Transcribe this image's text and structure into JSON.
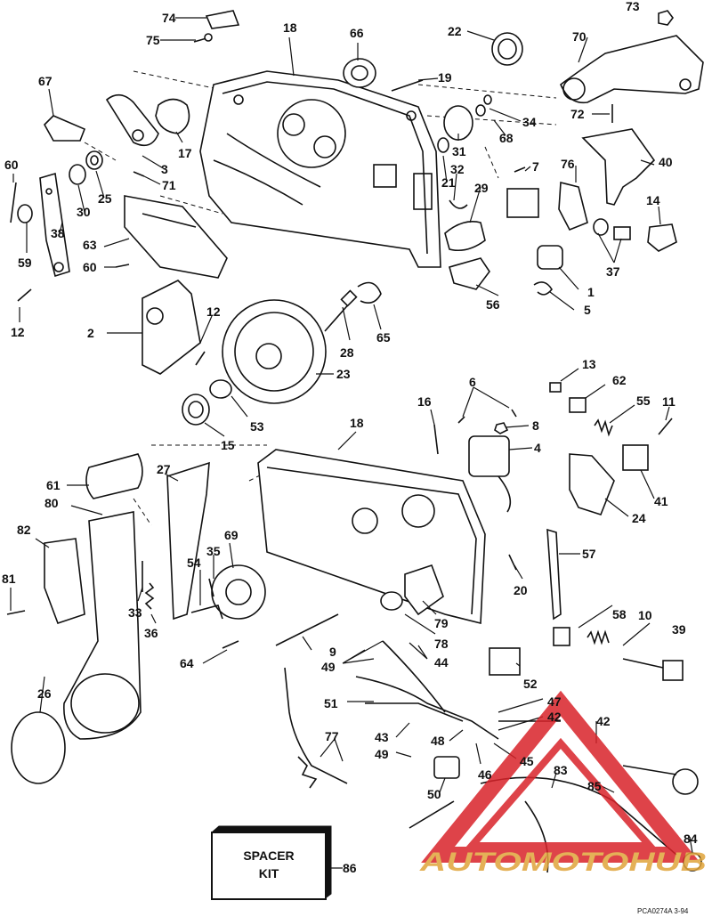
{
  "callouts": [
    {
      "n": "74"
    },
    {
      "n": "75"
    },
    {
      "n": "18"
    },
    {
      "n": "66"
    },
    {
      "n": "22"
    },
    {
      "n": "73"
    },
    {
      "n": "70"
    },
    {
      "n": "67"
    },
    {
      "n": "19"
    },
    {
      "n": "34"
    },
    {
      "n": "72"
    },
    {
      "n": "17"
    },
    {
      "n": "3"
    },
    {
      "n": "31"
    },
    {
      "n": "68"
    },
    {
      "n": "60"
    },
    {
      "n": "25"
    },
    {
      "n": "71"
    },
    {
      "n": "7"
    },
    {
      "n": "40"
    },
    {
      "n": "30"
    },
    {
      "n": "21"
    },
    {
      "n": "32"
    },
    {
      "n": "29"
    },
    {
      "n": "76"
    },
    {
      "n": "14"
    },
    {
      "n": "38"
    },
    {
      "n": "63"
    },
    {
      "n": "59"
    },
    {
      "n": "60"
    },
    {
      "n": "37"
    },
    {
      "n": "1"
    },
    {
      "n": "56"
    },
    {
      "n": "5"
    },
    {
      "n": "12"
    },
    {
      "n": "2"
    },
    {
      "n": "12"
    },
    {
      "n": "28"
    },
    {
      "n": "65"
    },
    {
      "n": "23"
    },
    {
      "n": "13"
    },
    {
      "n": "62"
    },
    {
      "n": "6"
    },
    {
      "n": "16"
    },
    {
      "n": "55"
    },
    {
      "n": "11"
    },
    {
      "n": "53"
    },
    {
      "n": "8"
    },
    {
      "n": "18"
    },
    {
      "n": "15"
    },
    {
      "n": "4"
    },
    {
      "n": "27"
    },
    {
      "n": "41"
    },
    {
      "n": "61"
    },
    {
      "n": "24"
    },
    {
      "n": "80"
    },
    {
      "n": "82"
    },
    {
      "n": "69"
    },
    {
      "n": "35"
    },
    {
      "n": "57"
    },
    {
      "n": "54"
    },
    {
      "n": "81"
    },
    {
      "n": "33"
    },
    {
      "n": "20"
    },
    {
      "n": "36"
    },
    {
      "n": "79"
    },
    {
      "n": "58"
    },
    {
      "n": "10"
    },
    {
      "n": "39"
    },
    {
      "n": "78"
    },
    {
      "n": "64"
    },
    {
      "n": "9"
    },
    {
      "n": "44"
    },
    {
      "n": "49"
    },
    {
      "n": "52"
    },
    {
      "n": "26"
    },
    {
      "n": "51"
    },
    {
      "n": "47"
    },
    {
      "n": "42"
    },
    {
      "n": "42"
    },
    {
      "n": "43"
    },
    {
      "n": "48"
    },
    {
      "n": "49"
    },
    {
      "n": "45"
    },
    {
      "n": "77"
    },
    {
      "n": "46"
    },
    {
      "n": "83"
    },
    {
      "n": "85"
    },
    {
      "n": "50"
    },
    {
      "n": "84"
    },
    {
      "n": "86"
    }
  ],
  "spacer_kit": {
    "line1": "SPACER",
    "line2": "KIT"
  },
  "drawing_code": "PCA0274A  3-94",
  "watermark": {
    "text": "AUTOMOTOHUB",
    "color": "#e0a43a",
    "triangle_color": "#d9232a"
  }
}
